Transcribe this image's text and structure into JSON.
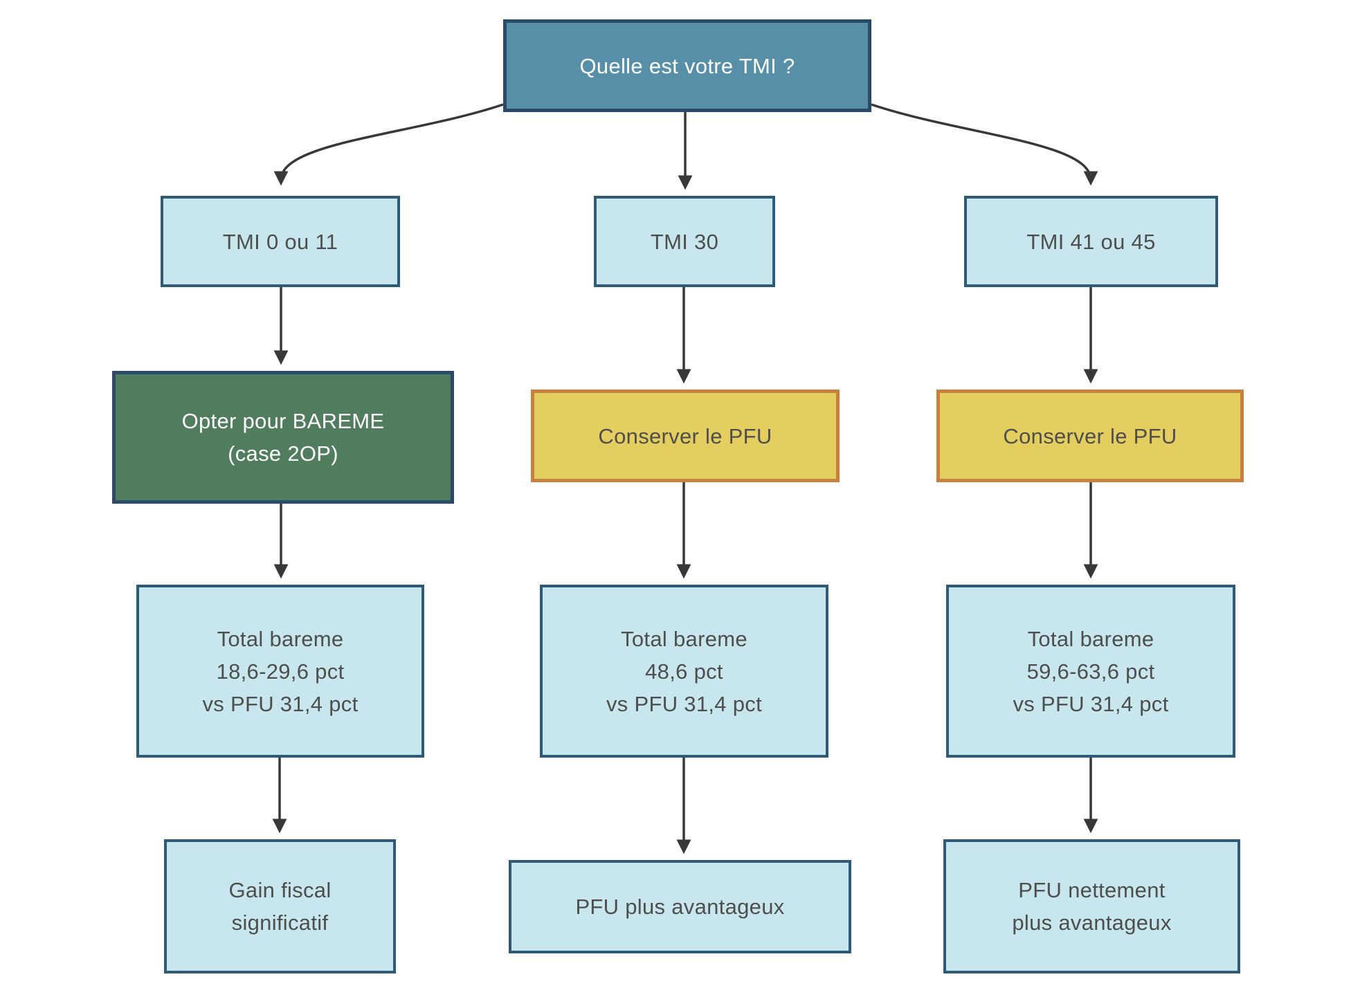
{
  "root": {
    "label": "Quelle est votre TMI ?"
  },
  "columns": [
    {
      "branch": {
        "label": "TMI 0 ou 11"
      },
      "decision": {
        "style": "bareme",
        "lines": [
          "Opter pour BAREME",
          "(case 2OP)"
        ]
      },
      "comparison": {
        "lines": [
          "Total bareme",
          "18,6-29,6 pct",
          "vs PFU 31,4 pct"
        ]
      },
      "outcome": {
        "lines": [
          "Gain fiscal",
          "significatif"
        ]
      }
    },
    {
      "branch": {
        "label": "TMI 30"
      },
      "decision": {
        "style": "pfu",
        "lines": [
          "Conserver le PFU"
        ]
      },
      "comparison": {
        "lines": [
          "Total bareme",
          "48,6 pct",
          "vs PFU 31,4 pct"
        ]
      },
      "outcome": {
        "lines": [
          "PFU plus avantageux"
        ]
      }
    },
    {
      "branch": {
        "label": "TMI 41 ou 45"
      },
      "decision": {
        "style": "pfu",
        "lines": [
          "Conserver le PFU"
        ]
      },
      "comparison": {
        "lines": [
          "Total bareme",
          "59,6-63,6 pct",
          "vs PFU 31,4 pct"
        ]
      },
      "outcome": {
        "lines": [
          "PFU nettement",
          "plus avantageux"
        ]
      }
    }
  ],
  "colors": {
    "root_fill": "#588fa8",
    "root_border": "#2b4a69",
    "info_fill": "#c8e6ed",
    "info_border": "#2e5b79",
    "bareme_fill": "#4f7d5d",
    "bareme_border": "#2b4a69",
    "pfu_fill": "#e5ce60",
    "pfu_border": "#c8803c",
    "arrow": "#383838",
    "text_dark": "#4e4e4e",
    "text_light": "#ffffff"
  }
}
